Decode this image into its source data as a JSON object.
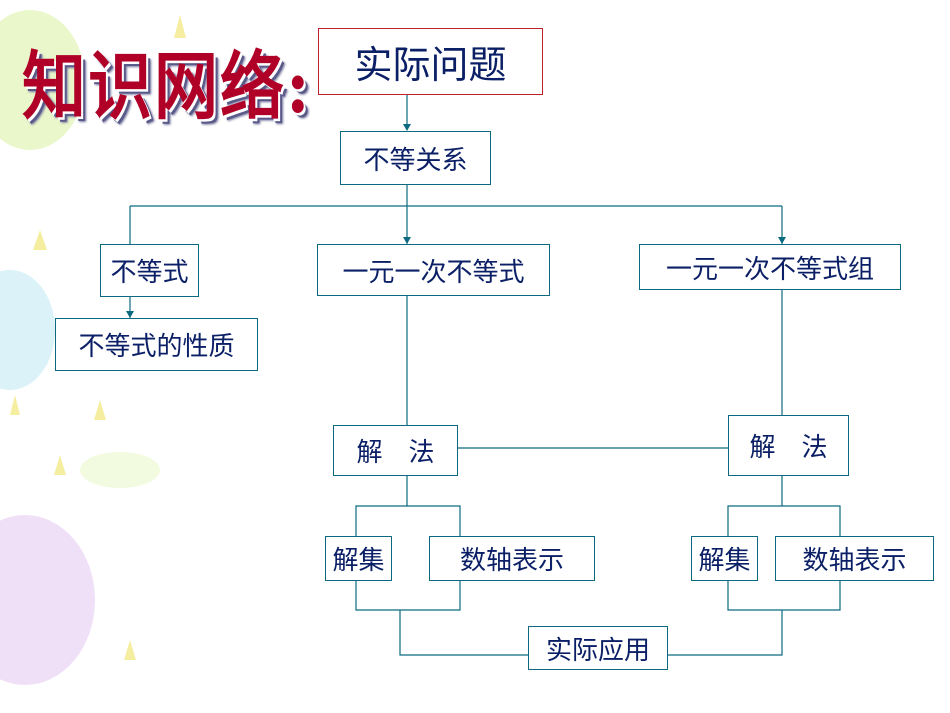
{
  "slide": {
    "title": "知识网络:"
  },
  "diagram": {
    "root": "实际问题",
    "relation": "不等关系",
    "branches": {
      "inequality": "不等式",
      "inequality_property": "不等式的性质",
      "linear_inequality": "一元一次不等式",
      "linear_inequality_system": "一元一次不等式组"
    },
    "method_left": "解　法",
    "method_right": "解　法",
    "solution_set_left": "解集",
    "number_line_left": "数轴表示",
    "solution_set_right": "解集",
    "number_line_right": "数轴表示",
    "application": "实际应用"
  },
  "colors": {
    "line": "#0c6a80",
    "text": "#0b1f66",
    "root_border": "#c0202c",
    "title": "#b00028"
  }
}
